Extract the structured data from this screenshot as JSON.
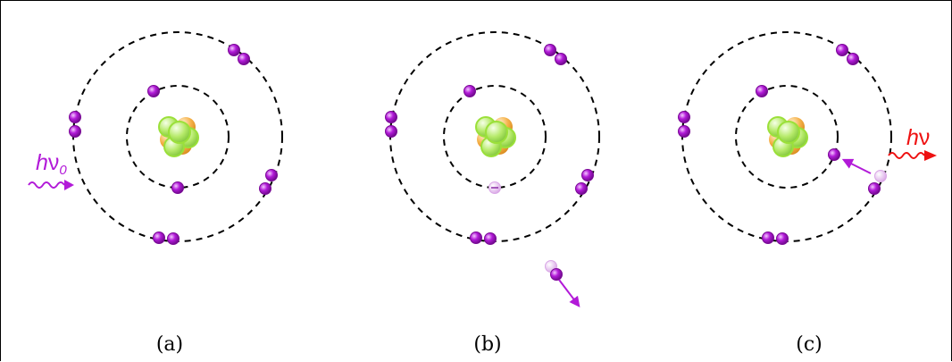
{
  "panels": [
    {
      "label": "(a)"
    },
    {
      "label": "(b)"
    },
    {
      "label": "(c)"
    }
  ],
  "photon_in": {
    "base": "h",
    "nu": "ν",
    "sub": "0"
  },
  "photon_out": {
    "base": "h",
    "nu": "ν"
  },
  "colors": {
    "electron": "#b21ad8",
    "electron_faded": "#d9a6e6",
    "photon_in": "#b21ad8",
    "photon_out": "#ee1111",
    "nucleus_green": "#b6ea6a",
    "nucleus_orange": "#f6b24a",
    "orbit": "#000000"
  }
}
